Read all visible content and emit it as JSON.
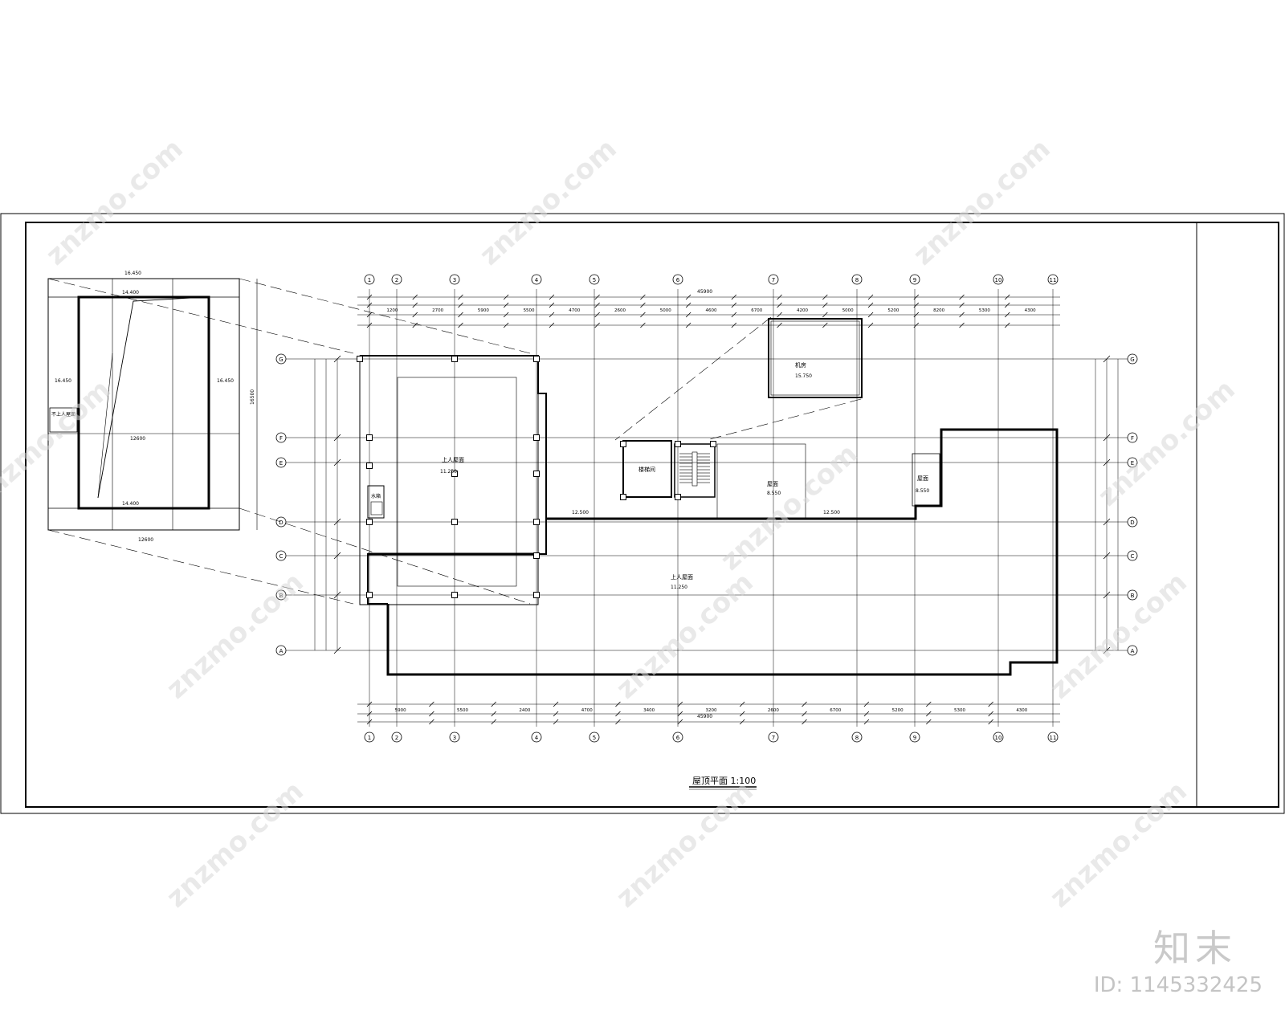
{
  "drawing": {
    "title": "屋顶平面 1:100",
    "watermark_text": "znzmo.com",
    "brand_mark": "知末",
    "id_label": "ID: 1145332425",
    "grid_columns": [
      "1",
      "2",
      "3",
      "4",
      "5",
      "6",
      "7",
      "8",
      "9",
      "10",
      "11"
    ],
    "grid_rows": [
      "G",
      "F",
      "E",
      "D",
      "C",
      "B",
      "A"
    ],
    "top_dims": [
      "1200",
      "2700",
      "5900",
      "5500",
      "4700",
      "2600",
      "5000",
      "4600",
      "6700",
      "4200",
      "5000",
      "5200",
      "8200",
      "5300",
      "4300"
    ],
    "bottom_dims": [
      "5900",
      "5500",
      "2400",
      "4700",
      "3400",
      "3200",
      "2600",
      "6700",
      "5200",
      "5300",
      "4300"
    ],
    "overall_width": "45900",
    "room_labels": {
      "roof_main": "上人屋面",
      "roof_left": "上人屋面",
      "stair_room": "楼梯间",
      "machine_room": "机房",
      "small_roof": "屋面",
      "water_tank": "水箱",
      "room_right": "屋面"
    },
    "elevations": {
      "top_roof": "15.750",
      "main_roof": "11.250",
      "left_roof": "11.250",
      "small_roof": "8.550",
      "right_roof": "8.550",
      "level_d": "12.500",
      "level_e": "12.500"
    },
    "inset": {
      "elev_top": "16.450",
      "elev_mid": "14.400",
      "elev_left": "16.450",
      "elev_right": "16.450",
      "elev_bottom": "14.400",
      "dim_width": "12600",
      "dim_height": "16500",
      "label": "不上人屋面"
    }
  }
}
